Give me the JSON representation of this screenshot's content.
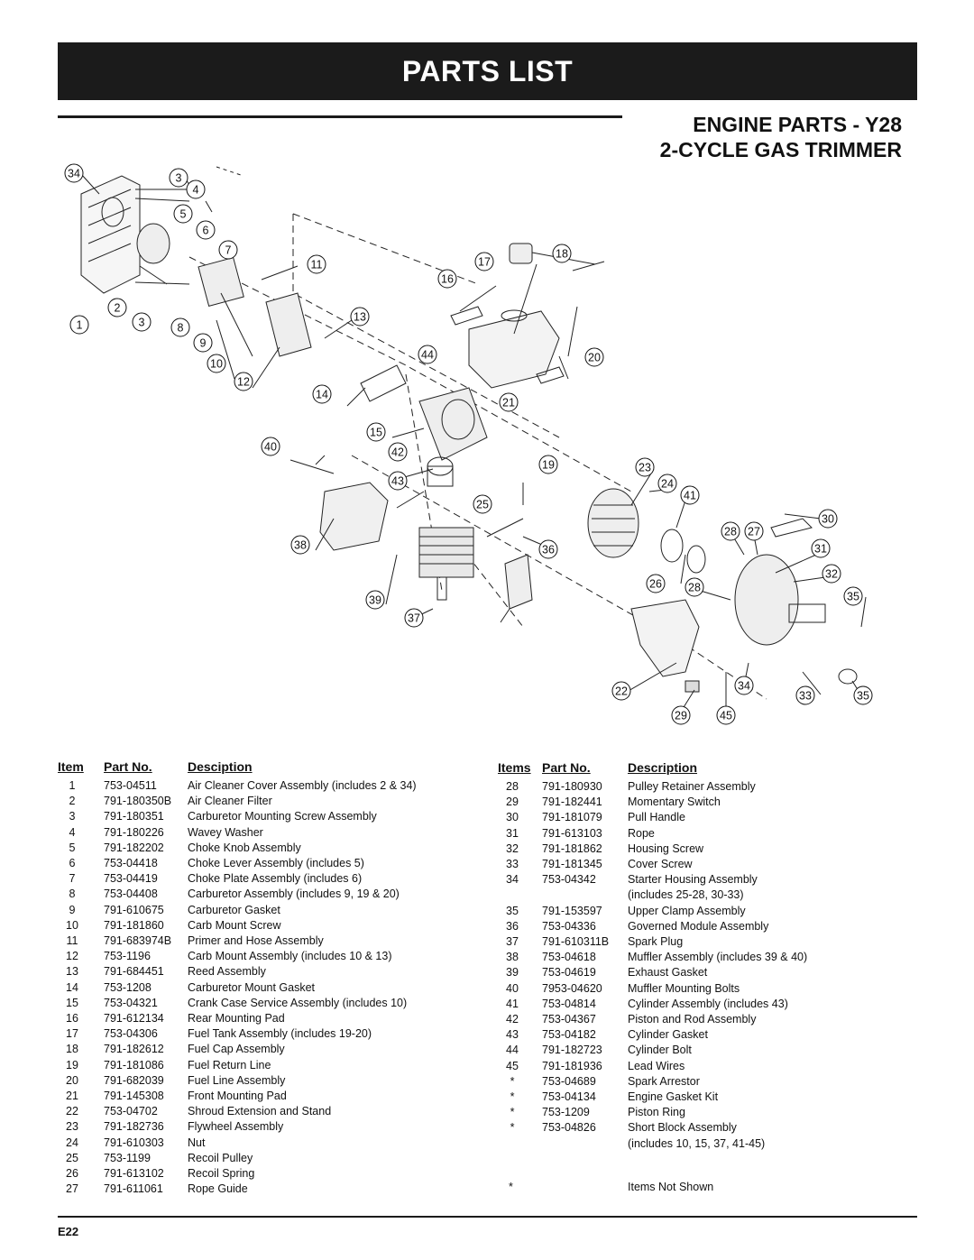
{
  "header": {
    "banner": "PARTS LIST",
    "subtitle_line1": "ENGINE PARTS - Y28",
    "subtitle_line2": "2-CYCLE GAS TRIMMER"
  },
  "diagram": {
    "callouts": [
      "34",
      "3",
      "4",
      "5",
      "6",
      "7",
      "11",
      "17",
      "18",
      "16",
      "2",
      "1",
      "3",
      "8",
      "9",
      "13",
      "10",
      "12",
      "44",
      "20",
      "14",
      "21",
      "15",
      "40",
      "42",
      "19",
      "23",
      "43",
      "24",
      "25",
      "41",
      "28",
      "27",
      "30",
      "38",
      "36",
      "31",
      "32",
      "26",
      "28",
      "35",
      "39",
      "37",
      "22",
      "34",
      "33",
      "35",
      "29",
      "45"
    ]
  },
  "left_table": {
    "headers": {
      "item": "Item",
      "part": "Part No.",
      "desc": "Desciption"
    },
    "rows": [
      {
        "item": "1",
        "part": "753-04511",
        "desc": "Air Cleaner Cover Assembly (includes 2 & 34)"
      },
      {
        "item": "2",
        "part": "791-180350B",
        "desc": "Air Cleaner Filter"
      },
      {
        "item": "3",
        "part": "791-180351",
        "desc": "Carburetor Mounting Screw Assembly"
      },
      {
        "item": "4",
        "part": "791-180226",
        "desc": "Wavey Washer"
      },
      {
        "item": "5",
        "part": "791-182202",
        "desc": "Choke Knob Assembly"
      },
      {
        "item": "6",
        "part": "753-04418",
        "desc": "Choke Lever Assembly (includes 5)"
      },
      {
        "item": "7",
        "part": "753-04419",
        "desc": "Choke Plate Assembly (includes 6)"
      },
      {
        "item": "8",
        "part": "753-04408",
        "desc": "Carburetor Assembly (includes 9, 19 & 20)"
      },
      {
        "item": "9",
        "part": "791-610675",
        "desc": "Carburetor Gasket"
      },
      {
        "item": "10",
        "part": "791-181860",
        "desc": "Carb Mount Screw"
      },
      {
        "item": "11",
        "part": "791-683974B",
        "desc": "Primer and Hose Assembly"
      },
      {
        "item": "12",
        "part": "753-1196",
        "desc": "Carb Mount Assembly (includes 10 & 13)"
      },
      {
        "item": "13",
        "part": "791-684451",
        "desc": "Reed Assembly"
      },
      {
        "item": "14",
        "part": "753-1208",
        "desc": "Carburetor Mount Gasket"
      },
      {
        "item": "15",
        "part": "753-04321",
        "desc": "Crank Case Service Assembly (includes 10)"
      },
      {
        "item": "16",
        "part": "791-612134",
        "desc": "Rear Mounting Pad"
      },
      {
        "item": "17",
        "part": "753-04306",
        "desc": "Fuel Tank Assembly (includes 19-20)"
      },
      {
        "item": "18",
        "part": "791-182612",
        "desc": "Fuel Cap Assembly"
      },
      {
        "item": "19",
        "part": "791-181086",
        "desc": "Fuel Return Line"
      },
      {
        "item": "20",
        "part": "791-682039",
        "desc": "Fuel Line Assembly"
      },
      {
        "item": "21",
        "part": "791-145308",
        "desc": "Front Mounting Pad"
      },
      {
        "item": "22",
        "part": "753-04702",
        "desc": "Shroud Extension and Stand"
      },
      {
        "item": "23",
        "part": "791-182736",
        "desc": "Flywheel Assembly"
      },
      {
        "item": "24",
        "part": "791-610303",
        "desc": "Nut"
      },
      {
        "item": "25",
        "part": "753-1199",
        "desc": "Recoil Pulley"
      },
      {
        "item": "26",
        "part": "791-613102",
        "desc": "Recoil Spring"
      },
      {
        "item": "27",
        "part": "791-611061",
        "desc": "Rope Guide"
      }
    ]
  },
  "right_table": {
    "headers": {
      "item": "Items",
      "part": "Part No.",
      "desc": "Description"
    },
    "rows": [
      {
        "item": "28",
        "part": "791-180930",
        "desc": "Pulley Retainer Assembly"
      },
      {
        "item": "29",
        "part": "791-182441",
        "desc": "Momentary Switch"
      },
      {
        "item": "30",
        "part": "791-181079",
        "desc": "Pull Handle"
      },
      {
        "item": "31",
        "part": "791-613103",
        "desc": "Rope"
      },
      {
        "item": "32",
        "part": "791-181862",
        "desc": "Housing Screw"
      },
      {
        "item": "33",
        "part": "791-181345",
        "desc": "Cover Screw"
      },
      {
        "item": "34",
        "part": "753-04342",
        "desc": "Starter Housing Assembly"
      },
      {
        "item": "",
        "part": "",
        "desc": "(includes 25-28, 30-33)"
      },
      {
        "item": "35",
        "part": "791-153597",
        "desc": "Upper Clamp Assembly"
      },
      {
        "item": "36",
        "part": "753-04336",
        "desc": "Governed Module Assembly"
      },
      {
        "item": "37",
        "part": "791-610311B",
        "desc": "Spark Plug"
      },
      {
        "item": "38",
        "part": "753-04618",
        "desc": "Muffler Assembly (includes 39 & 40)"
      },
      {
        "item": "39",
        "part": "753-04619",
        "desc": "Exhaust Gasket"
      },
      {
        "item": "40",
        "part": "7953-04620",
        "desc": "Muffler Mounting Bolts"
      },
      {
        "item": "41",
        "part": "753-04814",
        "desc": "Cylinder Assembly (includes 43)"
      },
      {
        "item": "42",
        "part": "753-04367",
        "desc": "Piston and Rod Assembly"
      },
      {
        "item": "43",
        "part": "753-04182",
        "desc": "Cylinder Gasket"
      },
      {
        "item": "44",
        "part": "791-182723",
        "desc": "Cylinder Bolt"
      },
      {
        "item": "45",
        "part": "791-181936",
        "desc": "Lead Wires"
      },
      {
        "item": "*",
        "part": "753-04689",
        "desc": "Spark Arrestor"
      },
      {
        "item": "*",
        "part": "753-04134",
        "desc": "Engine Gasket Kit"
      },
      {
        "item": "*",
        "part": "753-1209",
        "desc": "Piston Ring"
      },
      {
        "item": "*",
        "part": "753-04826",
        "desc": "Short Block Assembly"
      },
      {
        "item": "",
        "part": "",
        "desc": "(includes 10, 15, 37, 41-45)"
      }
    ],
    "footnote": {
      "item": "*",
      "desc": "Items Not Shown"
    }
  },
  "footer": {
    "page": "E22"
  }
}
